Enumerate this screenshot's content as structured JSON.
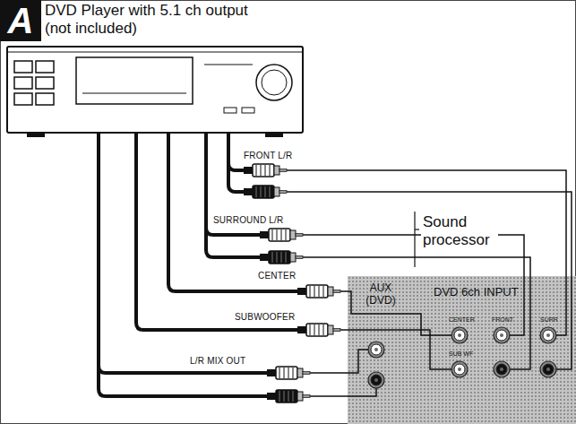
{
  "diagram": {
    "title": "DVD Player with 5.1 ch output (not included)",
    "nodes": [
      {
        "text": [
          "A"
        ]
      },
      {
        "text": [
          "Sound processor",
          "AUX (DVD)",
          "DVD 6ch INPUT"
        ]
      }
    ],
    "labels": [
      "FRONT L/R",
      "SURROUND L/R",
      "CENTER",
      "SUBWOOFER",
      "L/R MIX OUT",
      "CENTER",
      "FRONT",
      "SURR",
      "SUB WF"
    ]
  }
}
